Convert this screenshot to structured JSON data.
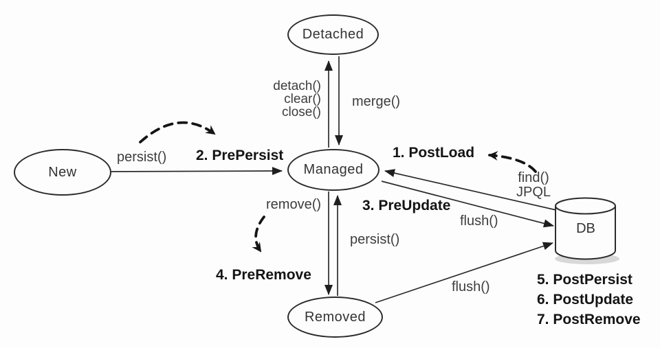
{
  "states": {
    "detached": {
      "label": "Detached"
    },
    "new": {
      "label": "New"
    },
    "managed": {
      "label": "Managed"
    },
    "removed": {
      "label": "Removed"
    },
    "db": {
      "label": "DB"
    }
  },
  "transitions": {
    "persist_new_to_managed": "persist()",
    "detach_group": [
      "detach()",
      "clear()",
      "close()"
    ],
    "merge": "merge()",
    "find": "find()",
    "jpql": "JPQL",
    "flush_managed_to_db": "flush()",
    "remove": "remove()",
    "persist_removed_to_managed": "persist()",
    "flush_removed_to_db": "flush()"
  },
  "callbacks": {
    "post_load": "1. PostLoad",
    "pre_persist": "2. PrePersist",
    "pre_update": "3. PreUpdate",
    "pre_remove": "4. PreRemove",
    "post_list": [
      "5. PostPersist",
      "6. PostUpdate",
      "7. PostRemove"
    ]
  },
  "colors": {
    "background": "#fdfdfd",
    "line": "#2b2b2b",
    "text": "#3d3d3d",
    "bold_text": "#141414"
  }
}
